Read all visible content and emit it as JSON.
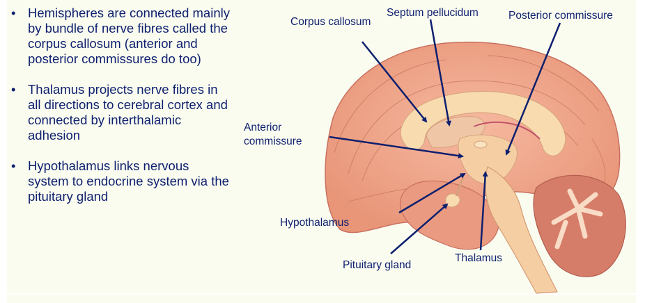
{
  "slide": {
    "bullets": [
      {
        "marker": "•",
        "text": "Hemispheres are connected mainly by bundle of nerve fibres called the corpus callosum (anterior and posterior commissures do too)"
      },
      {
        "marker": "•",
        "text": "Thalamus projects nerve fibres in all directions to cerebral cortex and connected by interthalamic adhesion"
      },
      {
        "marker": "•",
        "text": "Hypothalamus links nervous system to endocrine system via the pituitary gland"
      }
    ]
  },
  "diagram": {
    "subject": "Midsagittal section of the human brain",
    "labels": {
      "corpus_callosum": "Corpus callosum",
      "septum_pellucidum": "Septum pellucidum",
      "posterior_commissure": "Posterior commissure",
      "anterior_commissure_1": "Anterior",
      "anterior_commissure_2": "commissure",
      "hypothalamus": "Hypothalamus",
      "pituitary_gland": "Pituitary gland",
      "thalamus": "Thalamus"
    },
    "colors": {
      "text": "#0d1f6e",
      "arrow": "#0d1f6e",
      "background": "#fafcf0",
      "cortex": "#f0a98f",
      "white_matter": "#f8dcb0",
      "brainstem": "#f5cfa3",
      "cerebellum": "#d67d6a"
    }
  }
}
